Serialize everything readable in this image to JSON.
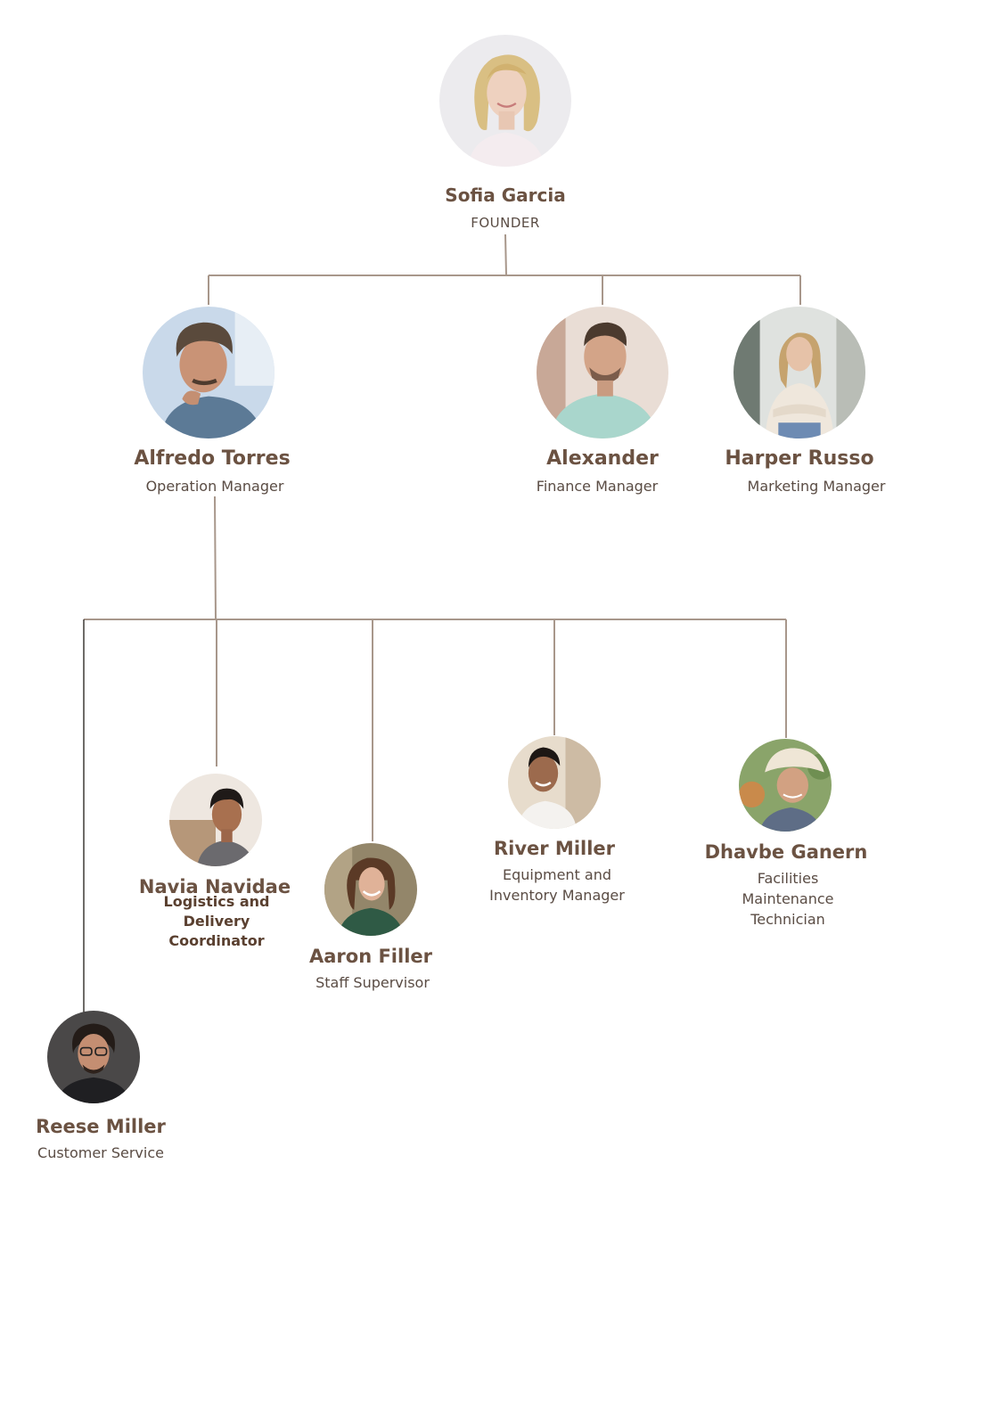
{
  "colors": {
    "name_text": "#6b5242",
    "role_text": "#5a4c44",
    "connector": "#a8978b",
    "connector_dark": "#3e3a37",
    "background": "#ffffff"
  },
  "people": {
    "founder": {
      "name": "Sofia Garcia",
      "role": "FOUNDER",
      "photo_icon": "portrait-blonde-woman"
    },
    "alfredo": {
      "name": "Alfredo Torres",
      "role": "Operation Manager",
      "photo_icon": "portrait-curly-man"
    },
    "alexander": {
      "name": "Alexander",
      "role": "Finance Manager",
      "photo_icon": "portrait-man-mint-shirt"
    },
    "harper": {
      "name": "Harper Russo",
      "role": "Marketing Manager",
      "photo_icon": "portrait-woman-cardigan"
    },
    "navia": {
      "name": "Navia Navidae",
      "role_lines": [
        "Logistics and",
        "Delivery",
        "Coordinator"
      ],
      "photo_icon": "portrait-man-dark-hair"
    },
    "aaron": {
      "name": "Aaron Filler",
      "role": "Staff Supervisor",
      "photo_icon": "portrait-curly-woman"
    },
    "river": {
      "name": "River Miller",
      "role_lines": [
        "Equipment and",
        "Inventory Manager"
      ],
      "photo_icon": "portrait-man-chef"
    },
    "dhavbe": {
      "name": "Dhavbe Ganern",
      "role_lines": [
        "Facilities",
        "Maintenance",
        "Technician"
      ],
      "photo_icon": "portrait-man-bucket-hat"
    },
    "reese": {
      "name": "Reese Miller",
      "role": "Customer Service",
      "photo_icon": "portrait-man-glasses"
    }
  }
}
